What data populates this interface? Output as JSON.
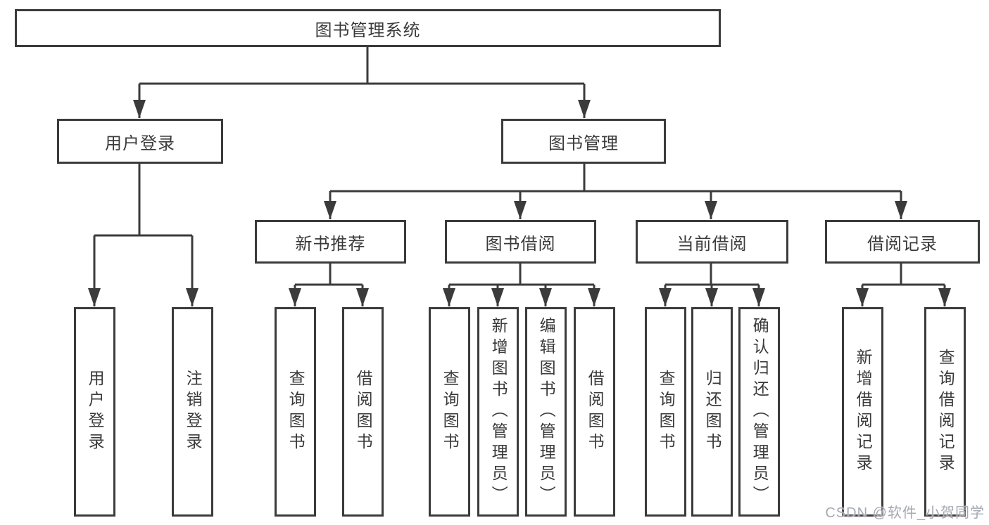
{
  "colors": {
    "line": "#3b3b3b",
    "text": "#3a3a3a",
    "background": "#ffffff",
    "watermark": "#a5a9b2"
  },
  "diagram": {
    "root": "图书管理系统",
    "user_branch": {
      "label": "用户登录",
      "children": [
        "用户登录",
        "注销登录"
      ]
    },
    "book_branch": {
      "label": "图书管理",
      "sections": [
        {
          "label": "新书推荐",
          "children": [
            "查询图书",
            "借阅图书"
          ]
        },
        {
          "label": "图书借阅",
          "children": [
            "查询图书",
            "新增图书（管理员）",
            "编辑图书（管理员）",
            "借阅图书"
          ]
        },
        {
          "label": "当前借阅",
          "children": [
            "查询图书",
            "归还图书",
            "确认归还（管理员）"
          ]
        },
        {
          "label": "借阅记录",
          "children": [
            "新增借阅记录",
            "查询借阅记录"
          ]
        }
      ]
    }
  },
  "watermark": "CSDN @软件_小贺同学"
}
